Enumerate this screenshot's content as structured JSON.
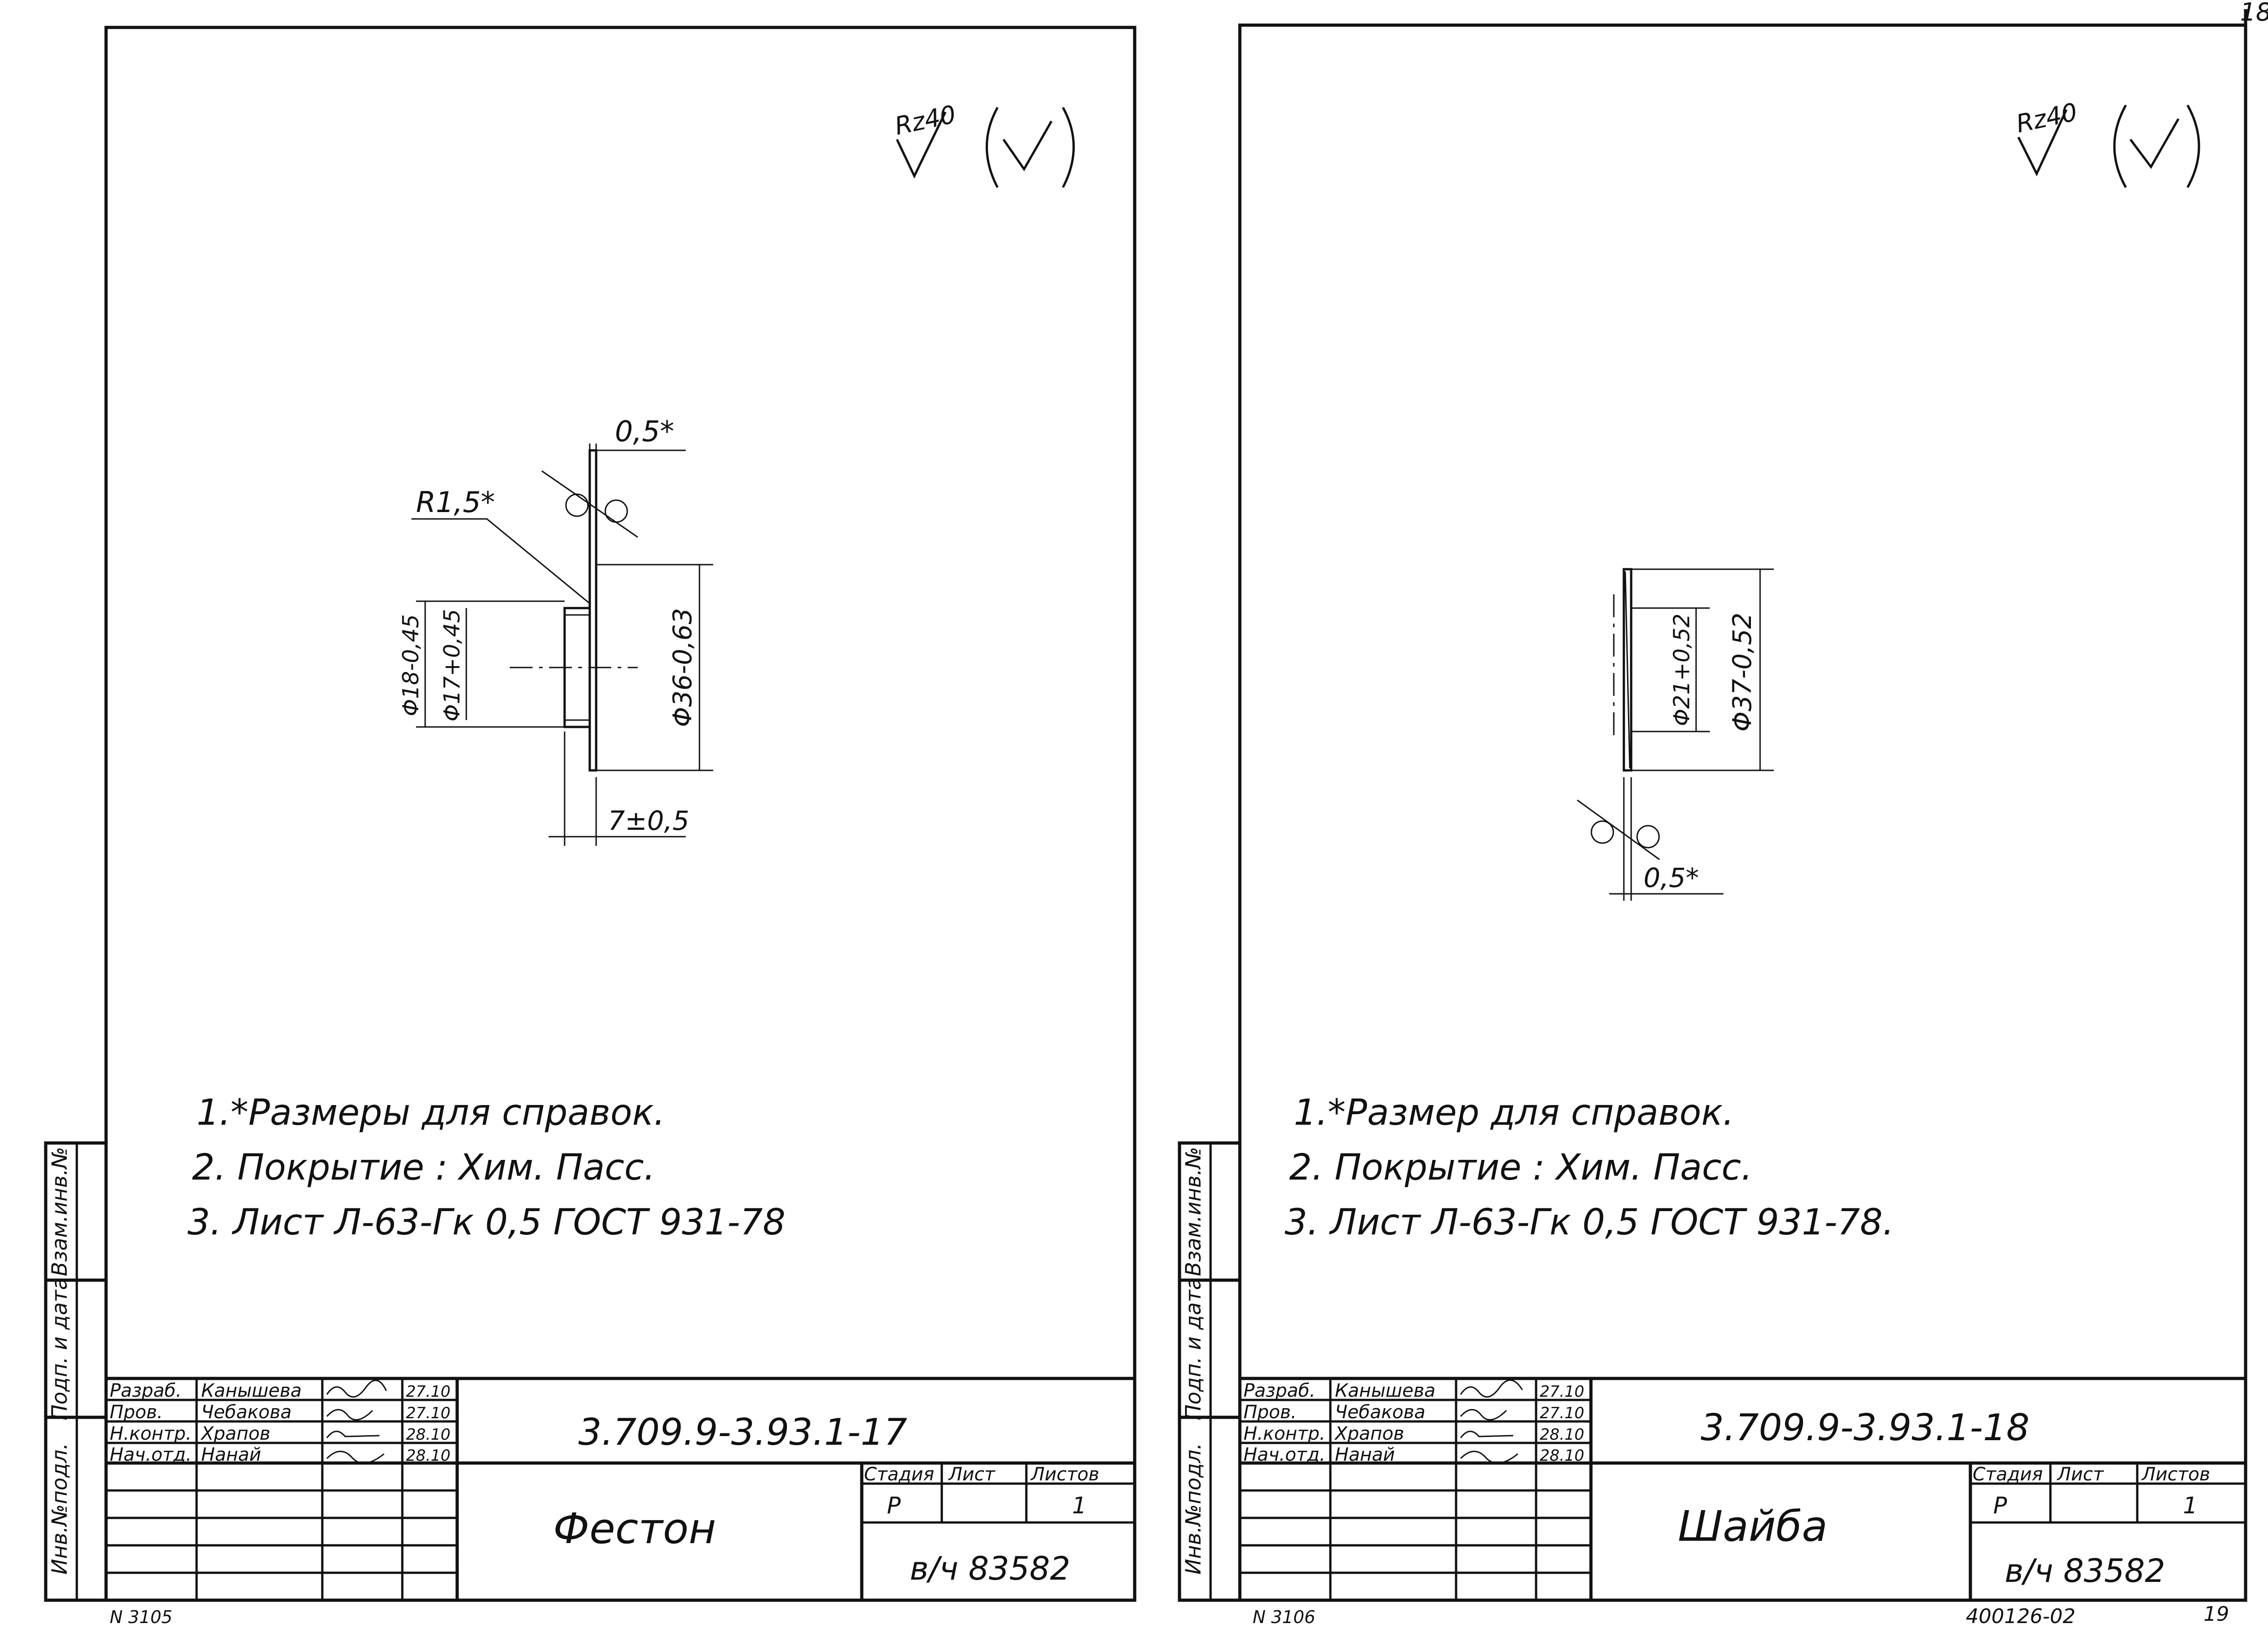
{
  "page_corner_number": "18",
  "page_bottom_number": "19",
  "sheets": [
    {
      "roughness": "Rz40",
      "dims": {
        "d1": "0,5*",
        "d2": "R1,5*",
        "d3": "Φ18-0,45",
        "d4": "Φ17+0,45",
        "d5": "Φ36-0,63",
        "d6": "7±0,5"
      },
      "notes": [
        "1.*Размеры для справок.",
        "2. Покрытие : Хим. Пасс.",
        "3. Лист Л-63-Гк 0,5 ГОСТ 931-78"
      ],
      "side": {
        "f1": "Взам.инв.№",
        "f2": "Подп. и дата",
        "f3": "Инв.№подл."
      },
      "tb": {
        "rows": [
          {
            "role": "Разраб.",
            "name": "Канышева",
            "date": "27.10"
          },
          {
            "role": "Пров.",
            "name": "Чебакова",
            "date": "27.10"
          },
          {
            "role": "Н.контр.",
            "name": "Храпов",
            "date": "28.10"
          },
          {
            "role": "Нач.отд.",
            "name": "Нанай",
            "date": "28.10"
          }
        ],
        "code": "3.709.9-3.93.1-17",
        "title": "Фестон",
        "stage_h": "Стадия",
        "sheet_h": "Лист",
        "sheets_h": "Листов",
        "stage": "Р",
        "sheets_count": "1",
        "org": "в/ч 83582"
      },
      "bottom_note": "N 3105"
    },
    {
      "roughness": "Rz40",
      "dims": {
        "d1": "Φ21+0,52",
        "d2": "Φ37-0,52",
        "d3": "0,5*"
      },
      "notes": [
        "1.*Размер для справок.",
        "2. Покрытие : Хим. Пасс.",
        "3. Лист Л-63-Гк 0,5 ГОСТ 931-78."
      ],
      "side": {
        "f1": "Взам.инв.№",
        "f2": "Подп. и дата",
        "f3": "Инв.№подл."
      },
      "tb": {
        "rows": [
          {
            "role": "Разраб.",
            "name": "Канышева",
            "date": "27.10"
          },
          {
            "role": "Пров.",
            "name": "Чебакова",
            "date": "27.10"
          },
          {
            "role": "Н.контр.",
            "name": "Храпов",
            "date": "28.10"
          },
          {
            "role": "Нач.отд.",
            "name": "Нанай",
            "date": "28.10"
          }
        ],
        "code": "3.709.9-3.93.1-18",
        "title": "Шайба",
        "stage_h": "Стадия",
        "sheet_h": "Лист",
        "sheets_h": "Листов",
        "stage": "Р",
        "sheets_count": "1",
        "org": "в/ч 83582"
      },
      "bottom_note": "N 3106",
      "bottom_code": "400126-02"
    }
  ]
}
